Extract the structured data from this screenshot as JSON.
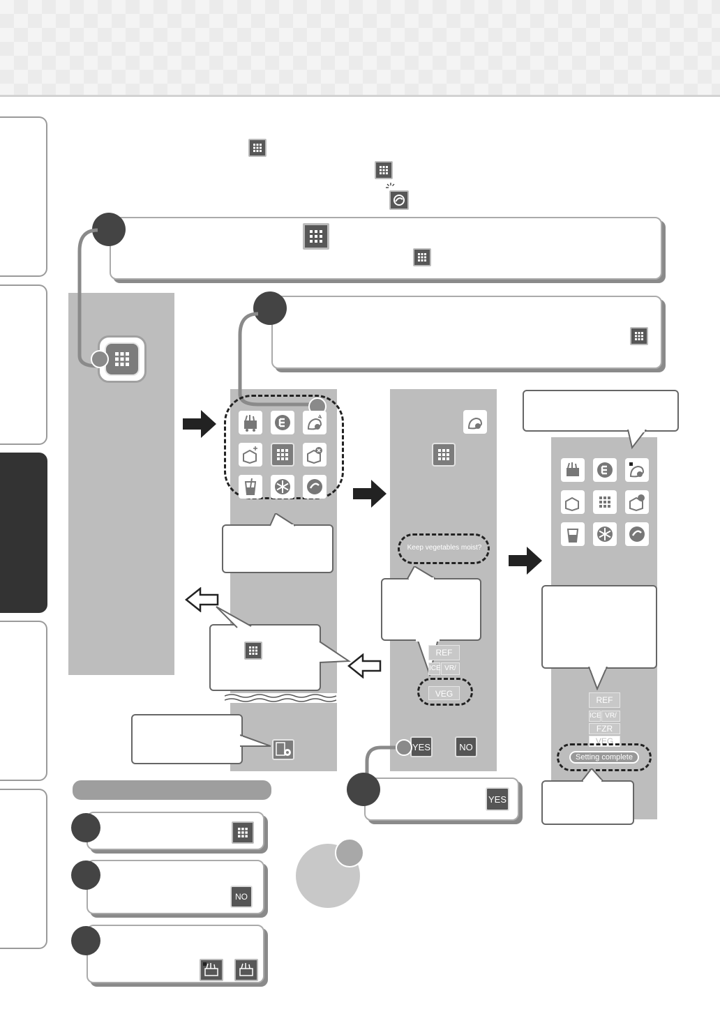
{
  "colors": {
    "accent_dark": "#444444",
    "screen_grey": "#bdbdbd",
    "active_tab": "#333333"
  },
  "icons": [
    "menu-grid-icon",
    "veg-moist-icon",
    "quick-cool-icon",
    "eco-icon",
    "ice-icon",
    "ice-off-icon",
    "drink-icon",
    "freezer-icon",
    "settings-icon"
  ],
  "screen2": {
    "prompt": "Keep vegetables moist?",
    "labels": [
      "REF",
      "ICE",
      "VR/",
      "VEG"
    ],
    "yes_label": "YES",
    "no_label": "NO"
  },
  "screen3": {
    "labels": [
      "REF",
      "ICE",
      "VR/",
      "FZR",
      "VEG"
    ],
    "complete_message": "Setting complete"
  },
  "panel_step3": {
    "yes_label": "YES"
  },
  "cancel_panel_2": {
    "no_label": "NO"
  }
}
